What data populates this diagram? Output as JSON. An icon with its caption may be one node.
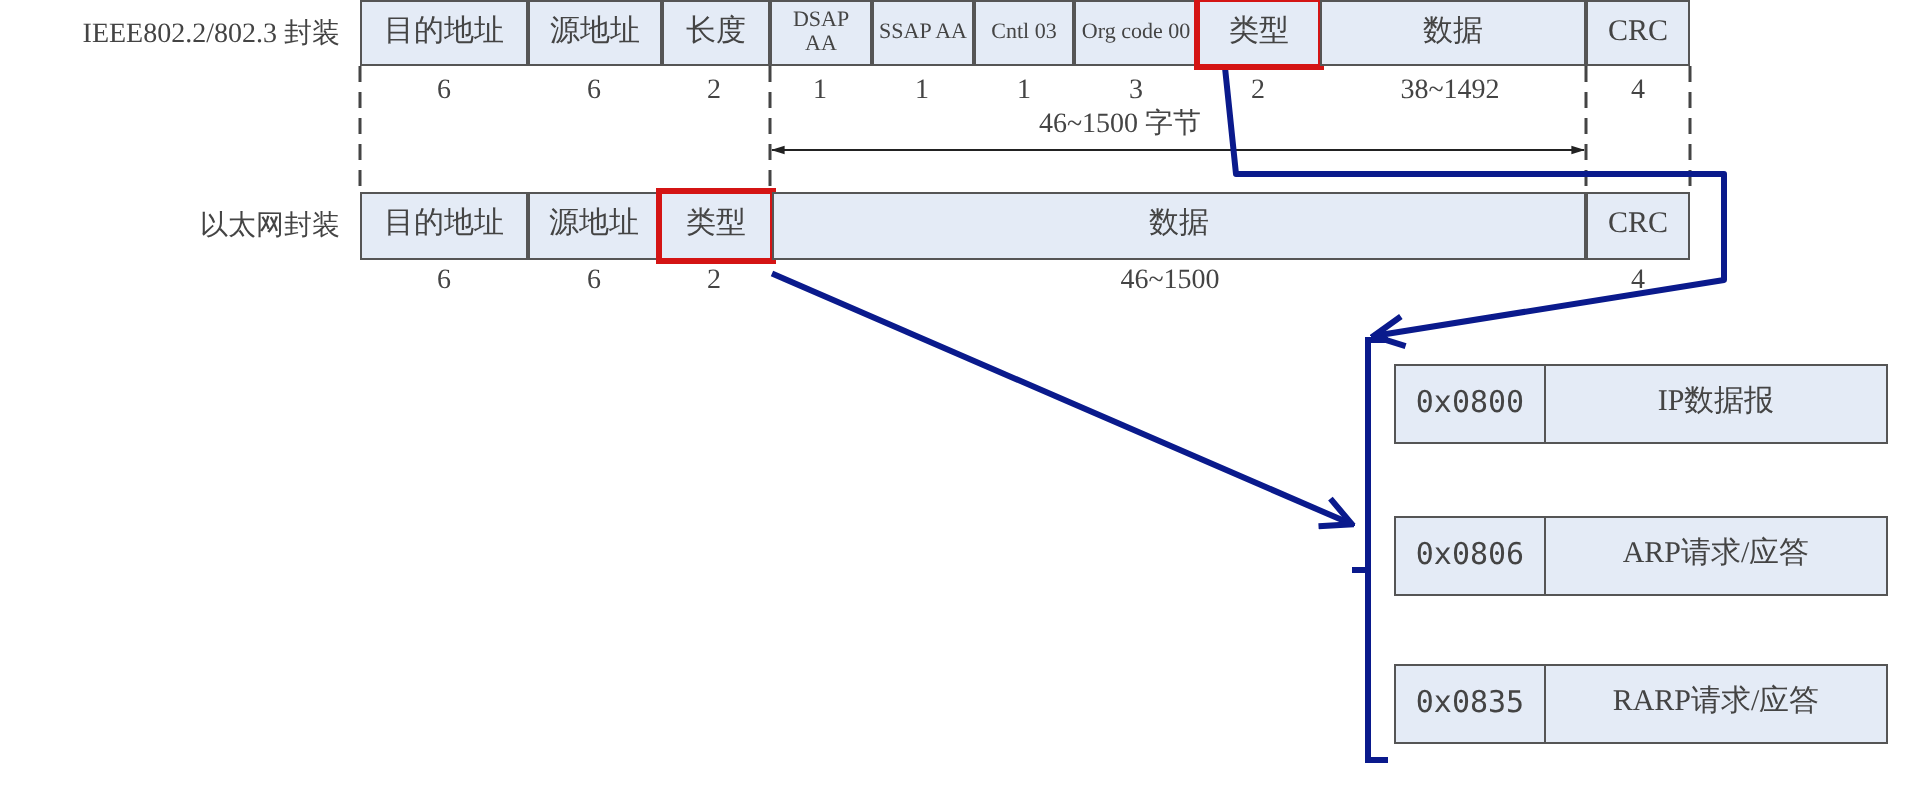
{
  "diagram": {
    "nodes": [
      {
        "text": [
          "目的地址"
        ]
      },
      {
        "text": [
          "源地址"
        ]
      },
      {
        "text": [
          "长度"
        ]
      },
      {
        "text": [
          "DSAP AA"
        ]
      },
      {
        "text": [
          "SSAP AA"
        ]
      },
      {
        "text": [
          "Cntl 03"
        ]
      },
      {
        "text": [
          "Org code 00"
        ]
      },
      {
        "text": [
          "类型"
        ]
      },
      {
        "text": [
          "数据"
        ]
      },
      {
        "text": [
          "CRC"
        ]
      },
      {
        "text": [
          "目的地址"
        ]
      },
      {
        "text": [
          "源地址"
        ]
      },
      {
        "text": [
          "类型"
        ]
      },
      {
        "text": [
          "数据"
        ]
      },
      {
        "text": [
          "CRC"
        ]
      },
      {
        "text": [
          "0x0800"
        ]
      },
      {
        "text": [
          "IP数据报"
        ]
      },
      {
        "text": [
          "0x0806"
        ]
      },
      {
        "text": [
          "ARP请求/应答"
        ]
      },
      {
        "text": [
          "0x0835"
        ]
      },
      {
        "text": [
          "RARP请求/应答"
        ]
      },
      {
        "text": [],
        "shape": "bracket"
      }
    ],
    "edges": [
      {
        "from": 7,
        "to": 21,
        "arrow": "to"
      },
      {
        "from": 12,
        "to": 21,
        "arrow": "to"
      }
    ],
    "labels": [
      "IEEE802.2/802.3 封装",
      "6",
      "6",
      "2",
      "1",
      "1",
      "1",
      "3",
      "2",
      "38~1492",
      "4",
      "46~1500 字节",
      "以太网封装",
      "6",
      "6",
      "2",
      "46~1500",
      "4"
    ]
  }
}
